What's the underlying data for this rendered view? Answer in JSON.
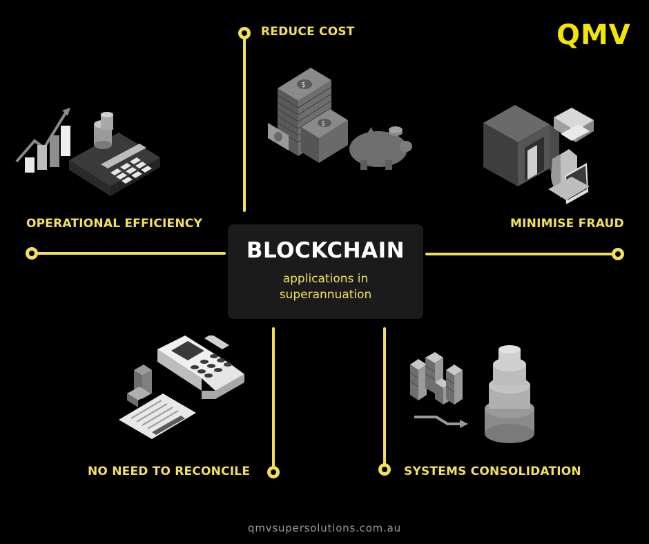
{
  "brand": {
    "logo": "QMV",
    "accent": "#f3e05a"
  },
  "center": {
    "title": "BLOCKCHAIN",
    "subtitle_line1": "applications in",
    "subtitle_line2": "superannuation"
  },
  "branches": {
    "reduce_cost": "REDUCE COST",
    "operational_efficiency": "OPERATIONAL EFFICIENCY",
    "minimise_fraud": "MINIMISE FRAUD",
    "no_need_to_reconcile": "NO NEED TO RECONCILE",
    "systems_consolidation": "SYSTEMS CONSOLIDATION"
  },
  "icons": {
    "reduce_cost": "money-stack-piggy-bank-icon",
    "operational_efficiency": "calculator-chart-icon",
    "minimise_fraud": "safe-shield-icon",
    "no_need_to_reconcile": "payment-terminal-receipt-icon",
    "systems_consolidation": "server-database-icon"
  },
  "footer": {
    "url": "qmvsupersolutions.com.au"
  }
}
